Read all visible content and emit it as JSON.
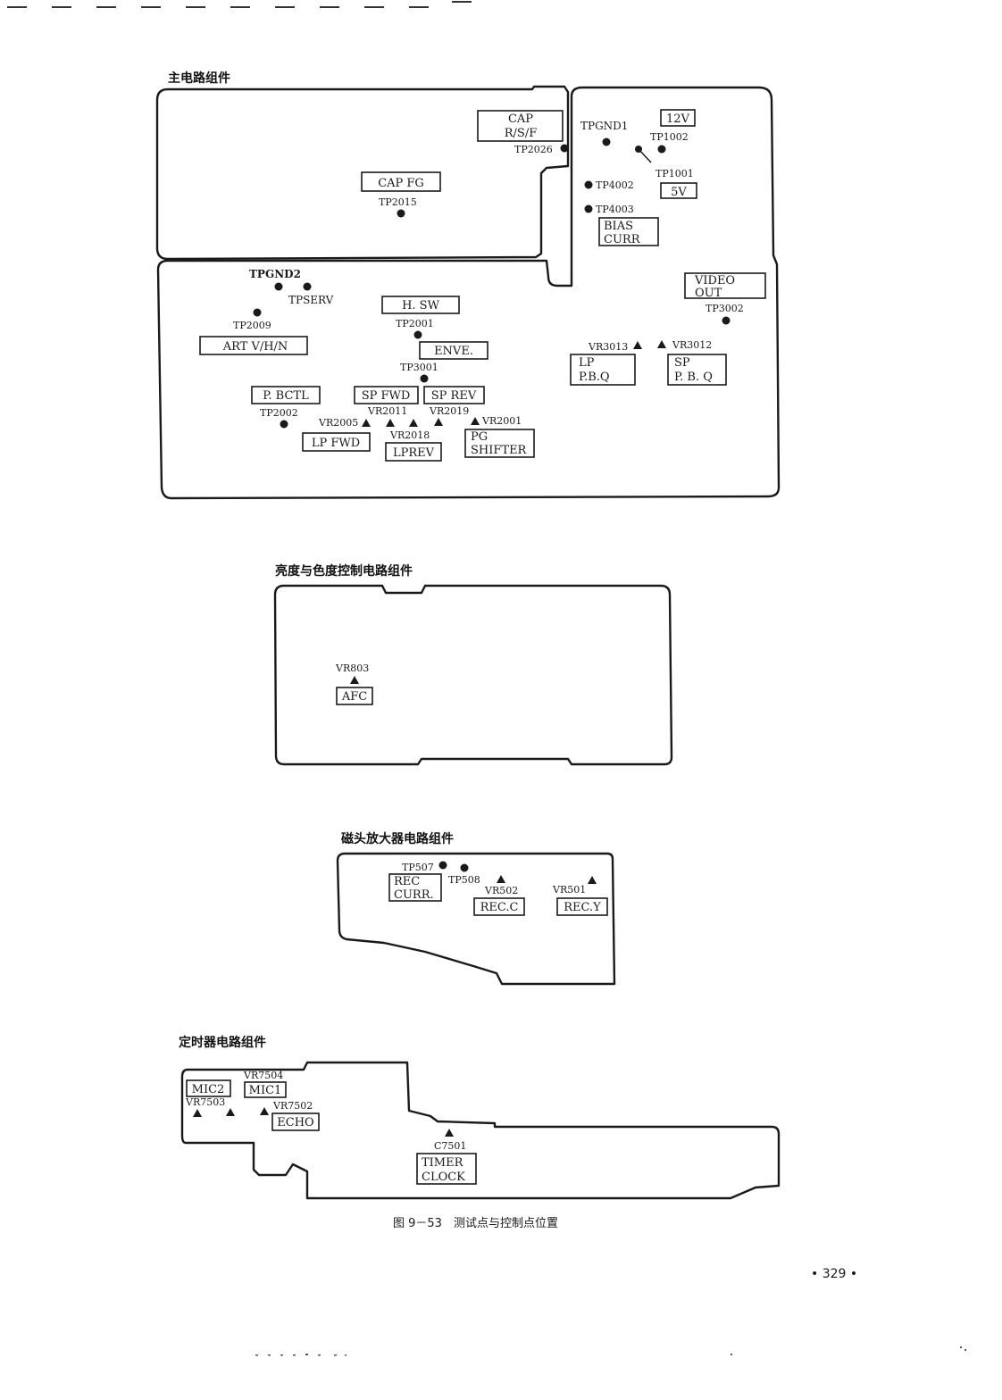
{
  "sections": {
    "main": "主电路组件",
    "luma_chroma": "亮度与色度控制电路组件",
    "head_amp": "磁头放大器电路组件",
    "timer": "定时器电路组件"
  },
  "caption": "图 9－53　测试点与控制点位置",
  "page_number": "• 329 •",
  "main_board": {
    "boxes": [
      [
        "CAP",
        "R/S/F"
      ],
      [
        "CAP FG"
      ],
      [
        "12V"
      ],
      [
        "5V"
      ],
      [
        "BIAS",
        "CURR"
      ],
      [
        "VIDEO",
        "OUT"
      ],
      [
        "H. SW"
      ],
      [
        "ART V/H/N"
      ],
      [
        "ENVE."
      ],
      [
        "LP",
        "P.B.Q"
      ],
      [
        "SP",
        "P. B. Q"
      ],
      [
        "P. BCTL"
      ],
      [
        "SP FWD"
      ],
      [
        "SP REV"
      ],
      [
        "LP FWD"
      ],
      [
        "LPREV"
      ],
      [
        "PG",
        "SHIFTER"
      ]
    ],
    "points": [
      "TP2026",
      "TP2015",
      "TPGND1",
      "TP1002",
      "TP1001",
      "TP4002",
      "TP4003",
      "TPGND2",
      "TPSERV",
      "TP2009",
      "TP2001",
      "TP3001",
      "TP2002",
      "TP3002"
    ],
    "controls": [
      "VR3013",
      "VR3012",
      "VR2005",
      "VR2011",
      "VR2019",
      "VR2018",
      "VR2001"
    ]
  },
  "luma_board": {
    "boxes": [
      [
        "AFC"
      ]
    ],
    "controls": [
      "VR803"
    ]
  },
  "head_board": {
    "boxes": [
      [
        "REC",
        "CURR."
      ],
      [
        "REC.C"
      ],
      [
        "REC.Y"
      ]
    ],
    "points": [
      "TP507",
      "TP508"
    ],
    "controls": [
      "VR502",
      "VR501"
    ]
  },
  "timer_board": {
    "boxes": [
      [
        "MIC2"
      ],
      [
        "MIC1"
      ],
      [
        "ECHO"
      ],
      [
        "TIMER",
        "CLOCK"
      ]
    ],
    "controls": [
      "VR7504",
      "VR7503",
      "VR7502",
      "C7501"
    ]
  }
}
